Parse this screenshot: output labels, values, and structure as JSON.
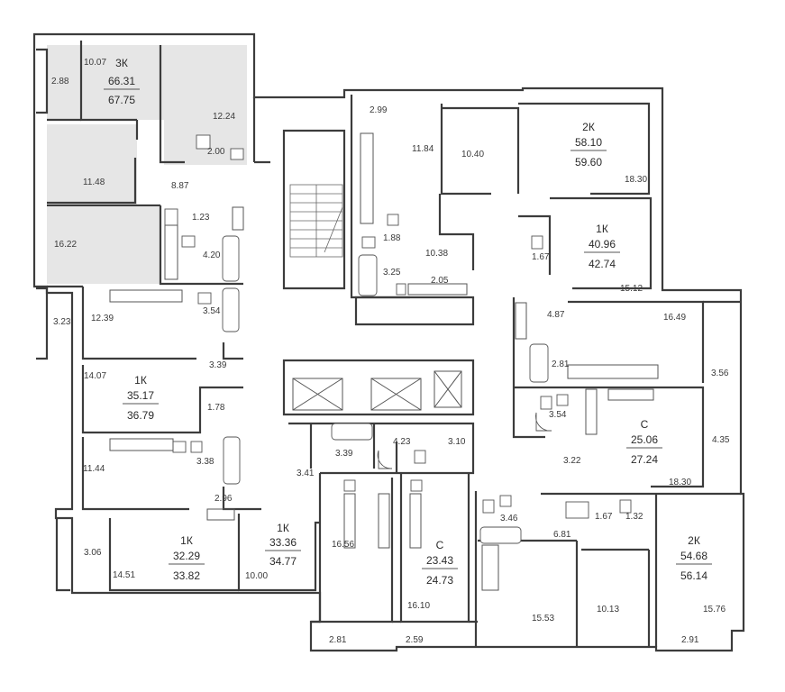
{
  "apartments": [
    {
      "id": "a1",
      "type": "3К",
      "living": "66.31",
      "total": "67.75"
    },
    {
      "id": "a2",
      "type": "2К",
      "living": "58.10",
      "total": "59.60"
    },
    {
      "id": "a3",
      "type": "1К",
      "living": "40.96",
      "total": "42.74"
    },
    {
      "id": "a4",
      "type": "1К",
      "living": "35.17",
      "total": "36.79"
    },
    {
      "id": "a5",
      "type": "С",
      "living": "25.06",
      "total": "27.24"
    },
    {
      "id": "a6",
      "type": "1К",
      "living": "32.29",
      "total": "33.82"
    },
    {
      "id": "a7",
      "type": "1К",
      "living": "33.36",
      "total": "34.77"
    },
    {
      "id": "a8",
      "type": "С",
      "living": "23.43",
      "total": "24.73"
    },
    {
      "id": "a9",
      "type": "2К",
      "living": "54.68",
      "total": "56.14"
    }
  ],
  "rooms": [
    "10.07",
    "2.88",
    "12.24",
    "2.00",
    "11.48",
    "8.87",
    "1.23",
    "16.22",
    "4.20",
    "2.99",
    "11.84",
    "10.40",
    "18.30",
    "1.88",
    "10.38",
    "3.25",
    "2.05",
    "1.67",
    "15.12",
    "3.23",
    "12.39",
    "3.54",
    "4.87",
    "16.49",
    "3.39",
    "2.81",
    "3.56",
    "14.07",
    "1.78",
    "3.54",
    "4.35",
    "11.44",
    "3.38",
    "3.39",
    "4.23",
    "3.10",
    "3.22",
    "18.30",
    "2.96",
    "3.41",
    "3.46",
    "6.81",
    "1.67",
    "1.32",
    "3.06",
    "14.51",
    "10.00",
    "16.56",
    "15.53",
    "10.13",
    "15.76",
    "16.10",
    "2.81",
    "2.59",
    "2.91"
  ]
}
